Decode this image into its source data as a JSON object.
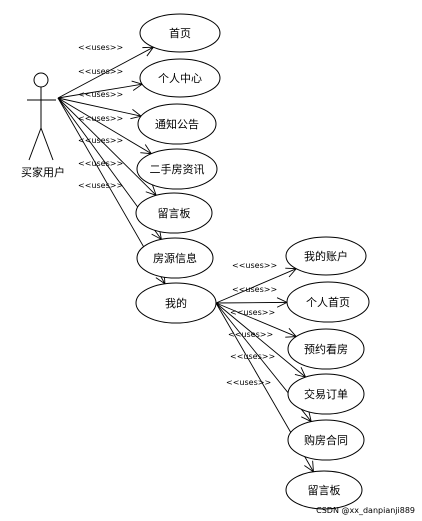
{
  "actor": {
    "name": "买家用户"
  },
  "relation_label": "<<uses>>",
  "use_cases": [
    {
      "id": "home",
      "label": "首页"
    },
    {
      "id": "personal_center",
      "label": "个人中心"
    },
    {
      "id": "notice",
      "label": "通知公告"
    },
    {
      "id": "secondhand_info",
      "label": "二手房资讯"
    },
    {
      "id": "message_board",
      "label": "留言板"
    },
    {
      "id": "listing_info",
      "label": "房源信息"
    },
    {
      "id": "mine",
      "label": "我的"
    }
  ],
  "mine_use_cases": [
    {
      "id": "my_account",
      "label": "我的账户"
    },
    {
      "id": "profile_home",
      "label": "个人首页"
    },
    {
      "id": "booking_viewing",
      "label": "预约看房"
    },
    {
      "id": "trade_orders",
      "label": "交易订单"
    },
    {
      "id": "purchase_contract",
      "label": "购房合同"
    },
    {
      "id": "mine_message_board",
      "label": "留言板"
    }
  ],
  "watermark": "CSDN @xx_danpianji889"
}
